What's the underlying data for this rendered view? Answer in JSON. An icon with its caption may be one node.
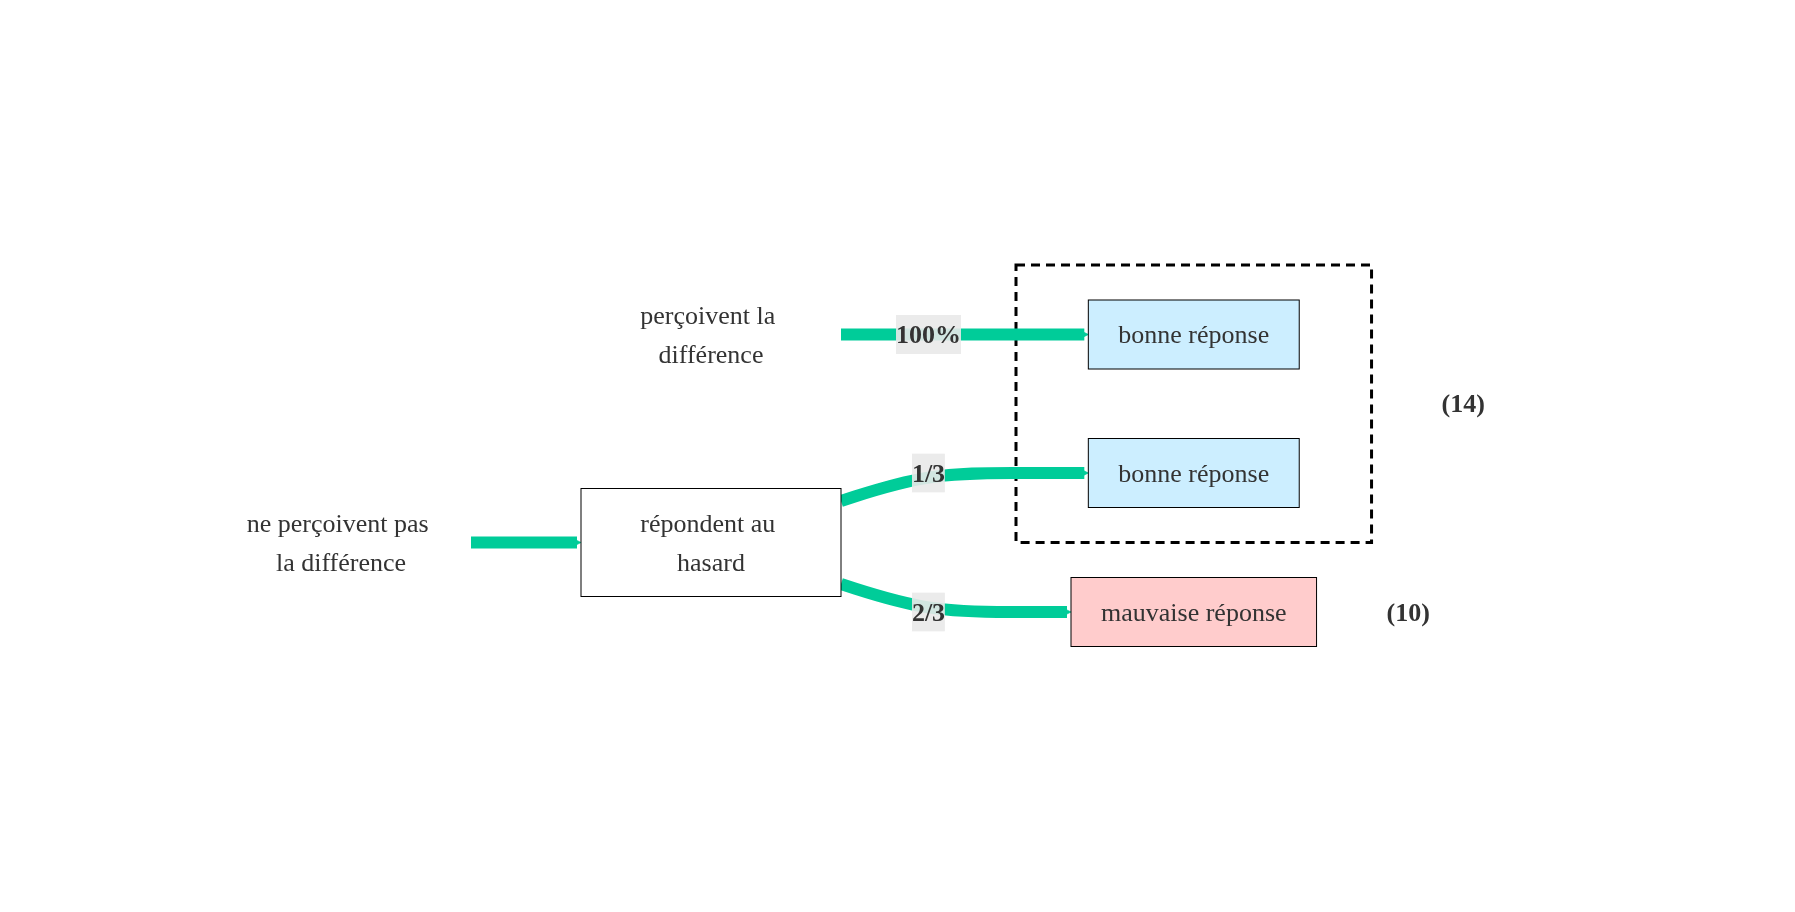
{
  "diagram": {
    "nodes": [
      {
        "text": [
          "perçoivent la différence"
        ]
      },
      {
        "text": [
          "ne perçoivent pas la différence"
        ]
      },
      {
        "text": [
          "répondent au hasard"
        ]
      },
      {
        "text": [],
        "shape": "box",
        "beside": [
          "(14)"
        ]
      },
      {
        "text": [
          "bonne réponse"
        ],
        "in": 3
      },
      {
        "text": [
          "bonne réponse"
        ],
        "in": 3
      },
      {
        "text": [
          "mauvaise réponse"
        ],
        "beside": [
          "(10)"
        ]
      }
    ],
    "edges": [
      {
        "from": 0,
        "to": 4,
        "arrow": "to",
        "label": "100%"
      },
      {
        "from": 1,
        "to": 2,
        "arrow": "to"
      },
      {
        "from": 2,
        "to": 5,
        "arrow": "to",
        "label": "1/3"
      },
      {
        "from": 2,
        "to": 6,
        "arrow": "to",
        "label": "2/3"
      }
    ]
  }
}
